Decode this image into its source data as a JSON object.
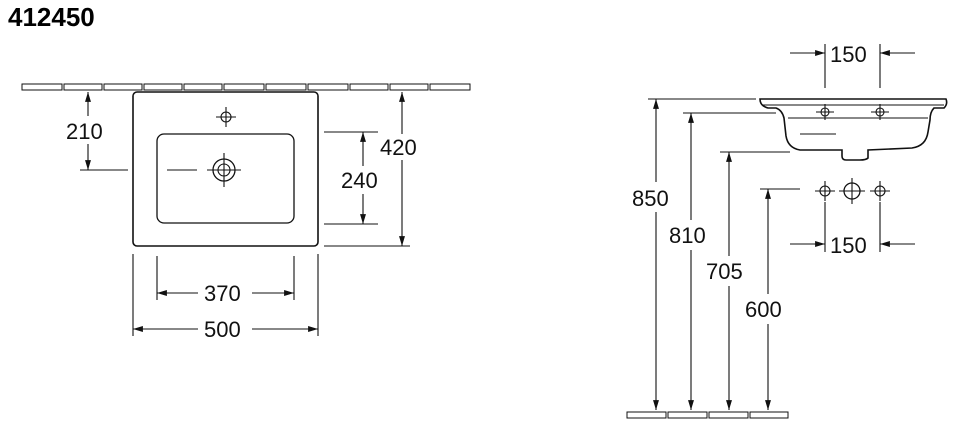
{
  "title": "412450",
  "top_view": {
    "dim_wall_to_tap": "210",
    "dim_depth": "420",
    "dim_bowl_depth": "240",
    "dim_bowl_width": "370",
    "dim_width": "500"
  },
  "side_view": {
    "dim_tap_spacing_top": "150",
    "dim_tap_spacing_bottom": "150",
    "dim_height_850": "850",
    "dim_height_810": "810",
    "dim_height_705": "705",
    "dim_height_600": "600"
  }
}
